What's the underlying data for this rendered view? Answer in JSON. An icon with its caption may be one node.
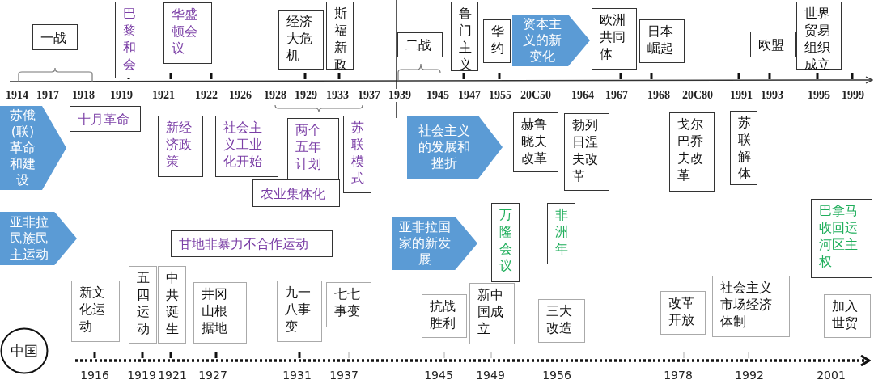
{
  "diagram": {
    "nodes": [
      {
        "text": [
          "一战"
        ]
      },
      {
        "text": [
          "巴黎和会"
        ]
      },
      {
        "text": [
          "华盛顿会议"
        ]
      },
      {
        "text": [
          "经济大危机"
        ]
      },
      {
        "text": [
          "斯福新政"
        ]
      },
      {
        "text": [
          "二战"
        ]
      },
      {
        "text": [
          "鲁门主义"
        ]
      },
      {
        "text": [
          "华约"
        ]
      },
      {
        "text": [
          "资本主义的新变化"
        ]
      },
      {
        "text": [
          "欧洲共同体"
        ]
      },
      {
        "text": [
          "日本崛起"
        ]
      },
      {
        "text": [
          "欧盟"
        ]
      },
      {
        "text": [
          "世界贸易组织成立"
        ]
      },
      {
        "text": [
          "苏俄(联)革命和建设"
        ]
      },
      {
        "text": [
          "十月革命"
        ]
      },
      {
        "text": [
          "新经济政策"
        ]
      },
      {
        "text": [
          "社会主义工业化开始"
        ]
      },
      {
        "text": [
          "两个五年计划"
        ]
      },
      {
        "text": [
          "苏联模式"
        ]
      },
      {
        "text": [
          "农业集体化"
        ]
      },
      {
        "text": [
          "社会主义的发展和挫折"
        ]
      },
      {
        "text": [
          "赫鲁晓夫改革"
        ]
      },
      {
        "text": [
          "勃列日涅夫改革"
        ]
      },
      {
        "text": [
          "戈尔巴乔夫改革"
        ]
      },
      {
        "text": [
          "苏联解体"
        ]
      },
      {
        "text": [
          "亚非拉民族民主运动"
        ]
      },
      {
        "text": [
          "甘地非暴力不合作运动"
        ]
      },
      {
        "text": [
          "亚非拉国家的新发展"
        ]
      },
      {
        "text": [
          "万隆会议"
        ]
      },
      {
        "text": [
          "非洲年"
        ]
      },
      {
        "text": [
          "巴拿马收回运河区主权"
        ]
      },
      {
        "text": [
          "中国"
        ]
      },
      {
        "text": [
          "新文化运动"
        ]
      },
      {
        "text": [
          "五四运动"
        ]
      },
      {
        "text": [
          "中共诞生"
        ]
      },
      {
        "text": [
          "井冈山根据地"
        ]
      },
      {
        "text": [
          "九一八事变"
        ]
      },
      {
        "text": [
          "七七事变"
        ]
      },
      {
        "text": [
          "抗战胜利"
        ]
      },
      {
        "text": [
          "新中国成立"
        ]
      },
      {
        "text": [
          "三大改造"
        ]
      },
      {
        "text": [
          "改革开放"
        ]
      },
      {
        "text": [
          "社会主义市场经济体制"
        ]
      },
      {
        "text": [
          "加入世贸"
        ]
      }
    ],
    "labels": [
      "1914",
      "1917",
      "1918",
      "1919",
      "1921",
      "1922",
      "1926",
      "1928",
      "1929",
      "1933",
      "1937",
      "1939",
      "1945",
      "1947",
      "1955",
      "20C50",
      "1964",
      "1967",
      "1968",
      "20C80",
      "1991",
      "1993",
      "1995",
      "1999",
      "1916",
      "1919",
      "1921",
      "1927",
      "1931",
      "1937",
      "1945",
      "1949",
      "1956",
      "1978",
      "1992",
      "2001"
    ]
  }
}
